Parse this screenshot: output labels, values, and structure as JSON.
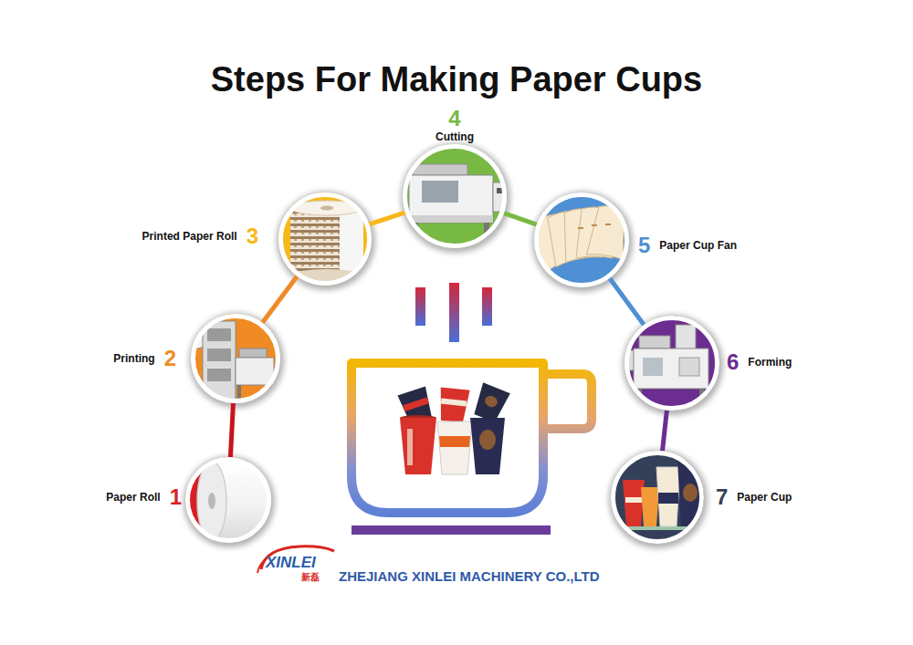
{
  "diagram": {
    "title": "Steps For Making Paper Cups",
    "nodes": [
      {
        "text": [
          "Paper Roll",
          "1"
        ]
      },
      {
        "text": [
          "Printing",
          "2"
        ]
      },
      {
        "text": [
          "Printed Paper Roll",
          "3"
        ]
      },
      {
        "text": [
          "4",
          "Cutting"
        ]
      },
      {
        "text": [
          "5",
          "Paper Cup Fan"
        ]
      },
      {
        "text": [
          "6",
          "Forming"
        ]
      },
      {
        "text": [
          "7",
          "Paper Cup"
        ]
      }
    ],
    "edges": [
      {
        "from": 0,
        "to": 1,
        "arrow": "none"
      },
      {
        "from": 1,
        "to": 2,
        "arrow": "none"
      },
      {
        "from": 2,
        "to": 3,
        "arrow": "none"
      },
      {
        "from": 3,
        "to": 4,
        "arrow": "none"
      },
      {
        "from": 4,
        "to": 5,
        "arrow": "none"
      },
      {
        "from": 5,
        "to": 6,
        "arrow": "none"
      }
    ],
    "labels": [
      "XINLEI",
      "新磊",
      "ZHEJIANG XINLEI MACHINERY CO.,LTD"
    ]
  }
}
